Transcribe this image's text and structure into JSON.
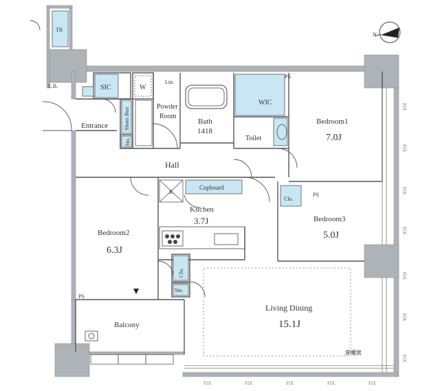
{
  "rooms": {
    "tr": "TR",
    "sic": "SIC",
    "w": "W",
    "lin": "Lin.",
    "powder_room": "Powder\nRoom",
    "bath": "Bath",
    "bath_size": "1418",
    "wic": "WIC",
    "bedroom1": "Bedroom1",
    "bedroom1_size": "7.0J",
    "entrance": "Entrance",
    "shoes_box": "Shoes Box",
    "sto_entry": "Sto.",
    "toilet": "Toilet",
    "hall": "Hall",
    "cupboard": "Cupboard",
    "r_mark": "R",
    "kitchen": "Kitchen",
    "kitchen_size": "3.7J",
    "bedroom2": "Bedroom2",
    "bedroom2_size": "6.3J",
    "clo": "Clo.",
    "ps_bedroom3": "PS",
    "bedroom3": "Bedroom3",
    "bedroom3_size": "5.0J",
    "cfo": "Cfo.",
    "sto_kitchen": "Sto.",
    "ps_bedroom2": "PS",
    "living_dining": "Living Dining",
    "living_dining_size": "15.1J",
    "floor_heating": "床暖房",
    "balcony": "Balcony",
    "ps_top": "PS",
    "elec": "E.B."
  },
  "fix_label": "FIX",
  "fix_right_count": 7,
  "fix_bottom_count": 5,
  "colors": {
    "wall": "#aeb3b7",
    "fixture": "#c9e6f3",
    "line": "#555555"
  }
}
